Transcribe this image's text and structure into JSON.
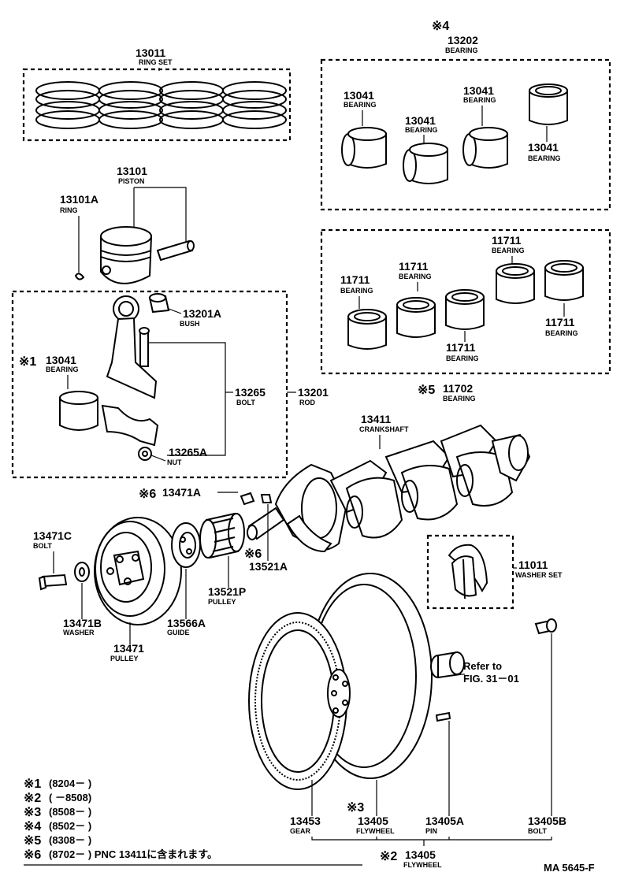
{
  "parts": {
    "ring_set": {
      "pn": "13011",
      "name": "RING SET"
    },
    "bearing_set_upper": {
      "mark": "※4",
      "pn": "13202",
      "name": "BEARING"
    },
    "bearing_upper_1": {
      "pn": "13041",
      "name": "BEARING"
    },
    "bearing_upper_2": {
      "pn": "13041",
      "name": "BEARING"
    },
    "bearing_upper_3": {
      "pn": "13041",
      "name": "BEARING"
    },
    "bearing_upper_4": {
      "pn": "13041",
      "name": "BEARING"
    },
    "piston": {
      "pn": "13101",
      "name": "PISTON"
    },
    "ring": {
      "pn": "13101A",
      "name": "RING"
    },
    "bush": {
      "pn": "13201A",
      "name": "BUSH"
    },
    "rod_bearing": {
      "mark": "※1",
      "pn": "13041",
      "name": "BEARING"
    },
    "bolt_rod": {
      "pn": "13265",
      "name": "BOLT"
    },
    "rod": {
      "pn": "13201",
      "name": "ROD"
    },
    "nut": {
      "pn": "13265A",
      "name": "NUT"
    },
    "main_bearing_1": {
      "pn": "11711",
      "name": "BEARING"
    },
    "main_bearing_2": {
      "pn": "11711",
      "name": "BEARING"
    },
    "main_bearing_3": {
      "pn": "11711",
      "name": "BEARING"
    },
    "main_bearing_4": {
      "pn": "11711",
      "name": "BEARING"
    },
    "main_bearing_5": {
      "pn": "11711",
      "name": "BEARING"
    },
    "main_bearing_set": {
      "mark": "※5",
      "pn": "11702",
      "name": "BEARING"
    },
    "crankshaft": {
      "pn": "13411",
      "name": "CRANKSHAFT"
    },
    "key": {
      "mark": "※6",
      "pn": "13471A"
    },
    "key2": {
      "mark": "※6",
      "pn": "13521A"
    },
    "bolt_pulley": {
      "pn": "13471C",
      "name": "BOLT"
    },
    "washer": {
      "pn": "13471B",
      "name": "WASHER"
    },
    "pulley": {
      "pn": "13471",
      "name": "PULLEY"
    },
    "guide": {
      "pn": "13566A",
      "name": "GUIDE"
    },
    "timing_pulley": {
      "pn": "13521P",
      "name": "PULLEY"
    },
    "washer_set": {
      "pn": "11011",
      "name": "WASHER SET"
    },
    "refer": {
      "line1": "Refer to",
      "line2": "FIG. 31－01"
    },
    "gear": {
      "pn": "13453",
      "name": "GEAR"
    },
    "flywheel": {
      "mark": "※3",
      "pn": "13405",
      "name": "FLYWHEEL"
    },
    "pin": {
      "pn": "13405A",
      "name": "PIN"
    },
    "bolt_flywheel": {
      "pn": "13405B",
      "name": "BOLT"
    },
    "flywheel_set": {
      "mark": "※2",
      "pn": "13405",
      "name": "FLYWHEEL"
    }
  },
  "legend": [
    {
      "mark": "※1",
      "text": "(8204－        )"
    },
    {
      "mark": "※2",
      "text": "(           －8508)"
    },
    {
      "mark": "※3",
      "text": "(8508－        )"
    },
    {
      "mark": "※4",
      "text": "(8502－        )"
    },
    {
      "mark": "※5",
      "text": "(8308－        )"
    },
    {
      "mark": "※6",
      "text": "(8702－        ) PNC 13411に含まれます。"
    }
  ],
  "figure_code": "MA 5645-F"
}
